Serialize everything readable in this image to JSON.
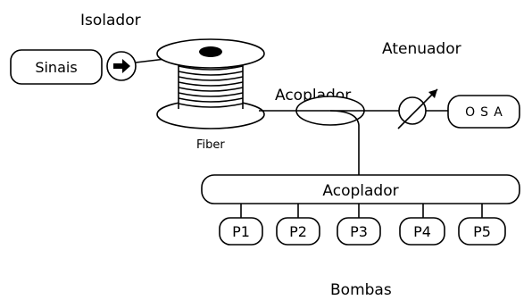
{
  "labels": {
    "isolador": "Isolador",
    "sinais": "Sinais",
    "fiber": "Fiber",
    "acoplador_top": "Acoplador",
    "atenuador": "Atenuador",
    "osa": "OSA",
    "acoplador_bottom": "Acoplador",
    "bombas": "Bombas"
  },
  "pumps": [
    "P1",
    "P2",
    "P3",
    "P4",
    "P5"
  ]
}
